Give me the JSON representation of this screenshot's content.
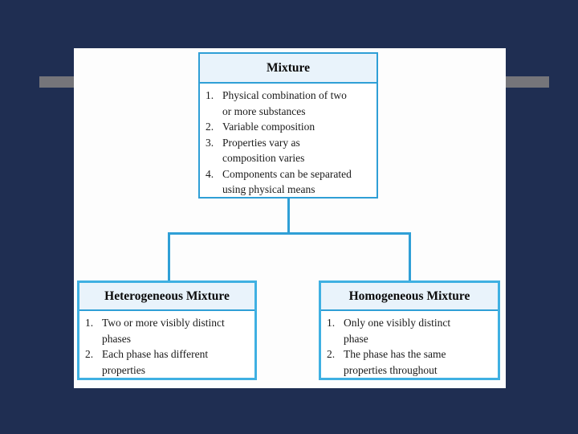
{
  "colors": {
    "slide_background": "#1f2e52",
    "accent_bar": "#75757a",
    "panel_background": "#fdfdfd",
    "box_border": "#2f9fd6",
    "child_box_border": "#3fb0e2",
    "header_fill": "#e9f3fb",
    "text": "#1a1a1a"
  },
  "diagram": {
    "root": {
      "title": "Mixture",
      "items": [
        {
          "num": "1.",
          "text": "Physical combination of two\nor more substances"
        },
        {
          "num": "2.",
          "text": "Variable composition"
        },
        {
          "num": "3.",
          "text": "Properties vary as\ncomposition varies"
        },
        {
          "num": "4.",
          "text": "Components can be separated\nusing physical means"
        }
      ]
    },
    "left": {
      "title": "Heterogeneous Mixture",
      "items": [
        {
          "num": "1.",
          "text": "Two or more visibly distinct\nphases"
        },
        {
          "num": "2.",
          "text": "Each phase has different\nproperties"
        }
      ]
    },
    "right": {
      "title": "Homogeneous Mixture",
      "items": [
        {
          "num": "1.",
          "text": "Only one visibly distinct\nphase"
        },
        {
          "num": "2.",
          "text": "The phase has the same\nproperties throughout"
        }
      ]
    }
  }
}
